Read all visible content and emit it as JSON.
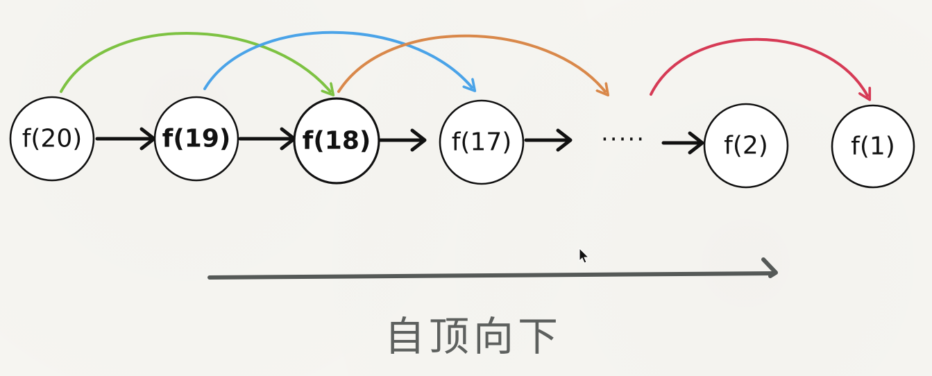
{
  "diagram": {
    "nodes": [
      {
        "id": "f20",
        "label": "f(20)"
      },
      {
        "id": "f19",
        "label": "f(19)"
      },
      {
        "id": "f18",
        "label": "f(18)"
      },
      {
        "id": "f17",
        "label": "f(17)"
      },
      {
        "id": "f2",
        "label": "f(2)"
      },
      {
        "id": "f1",
        "label": "f(1)"
      }
    ],
    "ellipsis": "·····",
    "curves": [
      {
        "from": "f20",
        "to": "f18",
        "color": "#7dc242"
      },
      {
        "from": "f19",
        "to": "f17",
        "color": "#4aa3e8"
      },
      {
        "from": "f18",
        "to": "ellipsis",
        "color": "#d9884a"
      },
      {
        "from": "ellipsis",
        "to": "f1",
        "color": "#d63a55"
      }
    ],
    "caption": "自顶向下"
  }
}
